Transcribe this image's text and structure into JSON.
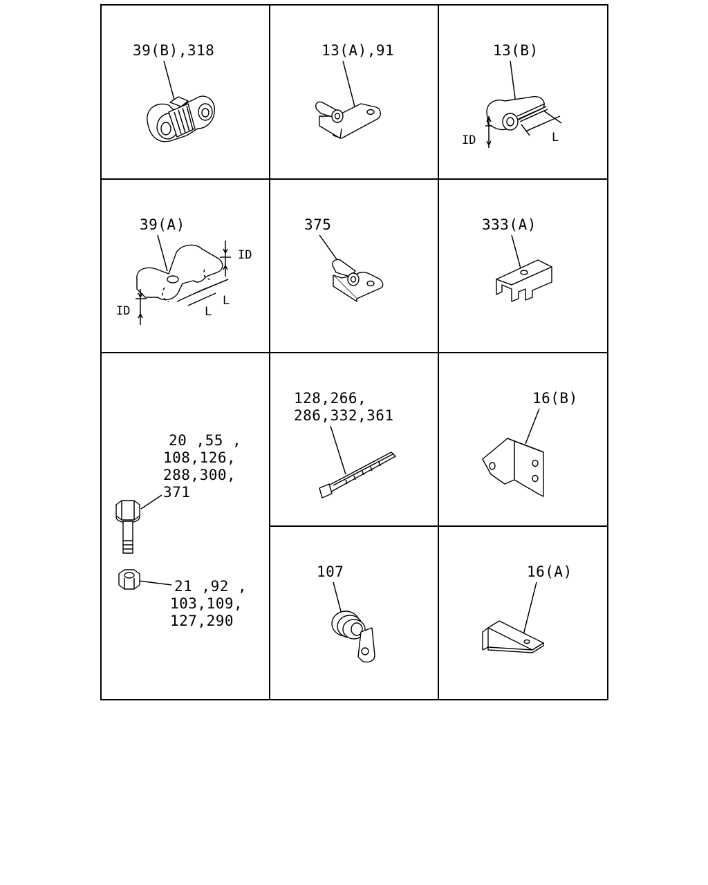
{
  "cells": {
    "c_39b": {
      "label": "39(B),318"
    },
    "c_13a": {
      "label": "13(A),91"
    },
    "c_13b": {
      "label": "13(B)",
      "dim_id": "ID",
      "dim_l": "L"
    },
    "c_39a": {
      "label": "39(A)",
      "dim_id_top": "ID",
      "dim_id_bottom": "ID",
      "dim_l_right": "L",
      "dim_l_left": "L"
    },
    "c_375": {
      "label": "375"
    },
    "c_333a": {
      "label": "333(A)"
    },
    "c_bolt": {
      "bolt_lines": [
        "20 ,55 ,",
        "108,126,",
        "288,300,",
        "371"
      ],
      "nut_lines": [
        "21 ,92 ,",
        "103,109,",
        "127,290"
      ]
    },
    "c_tie": {
      "lines": [
        "128,266,",
        "286,332,361"
      ]
    },
    "c_16b": {
      "label": "16(B)"
    },
    "c_107": {
      "label": "107"
    },
    "c_16a": {
      "label": "16(A)"
    }
  }
}
